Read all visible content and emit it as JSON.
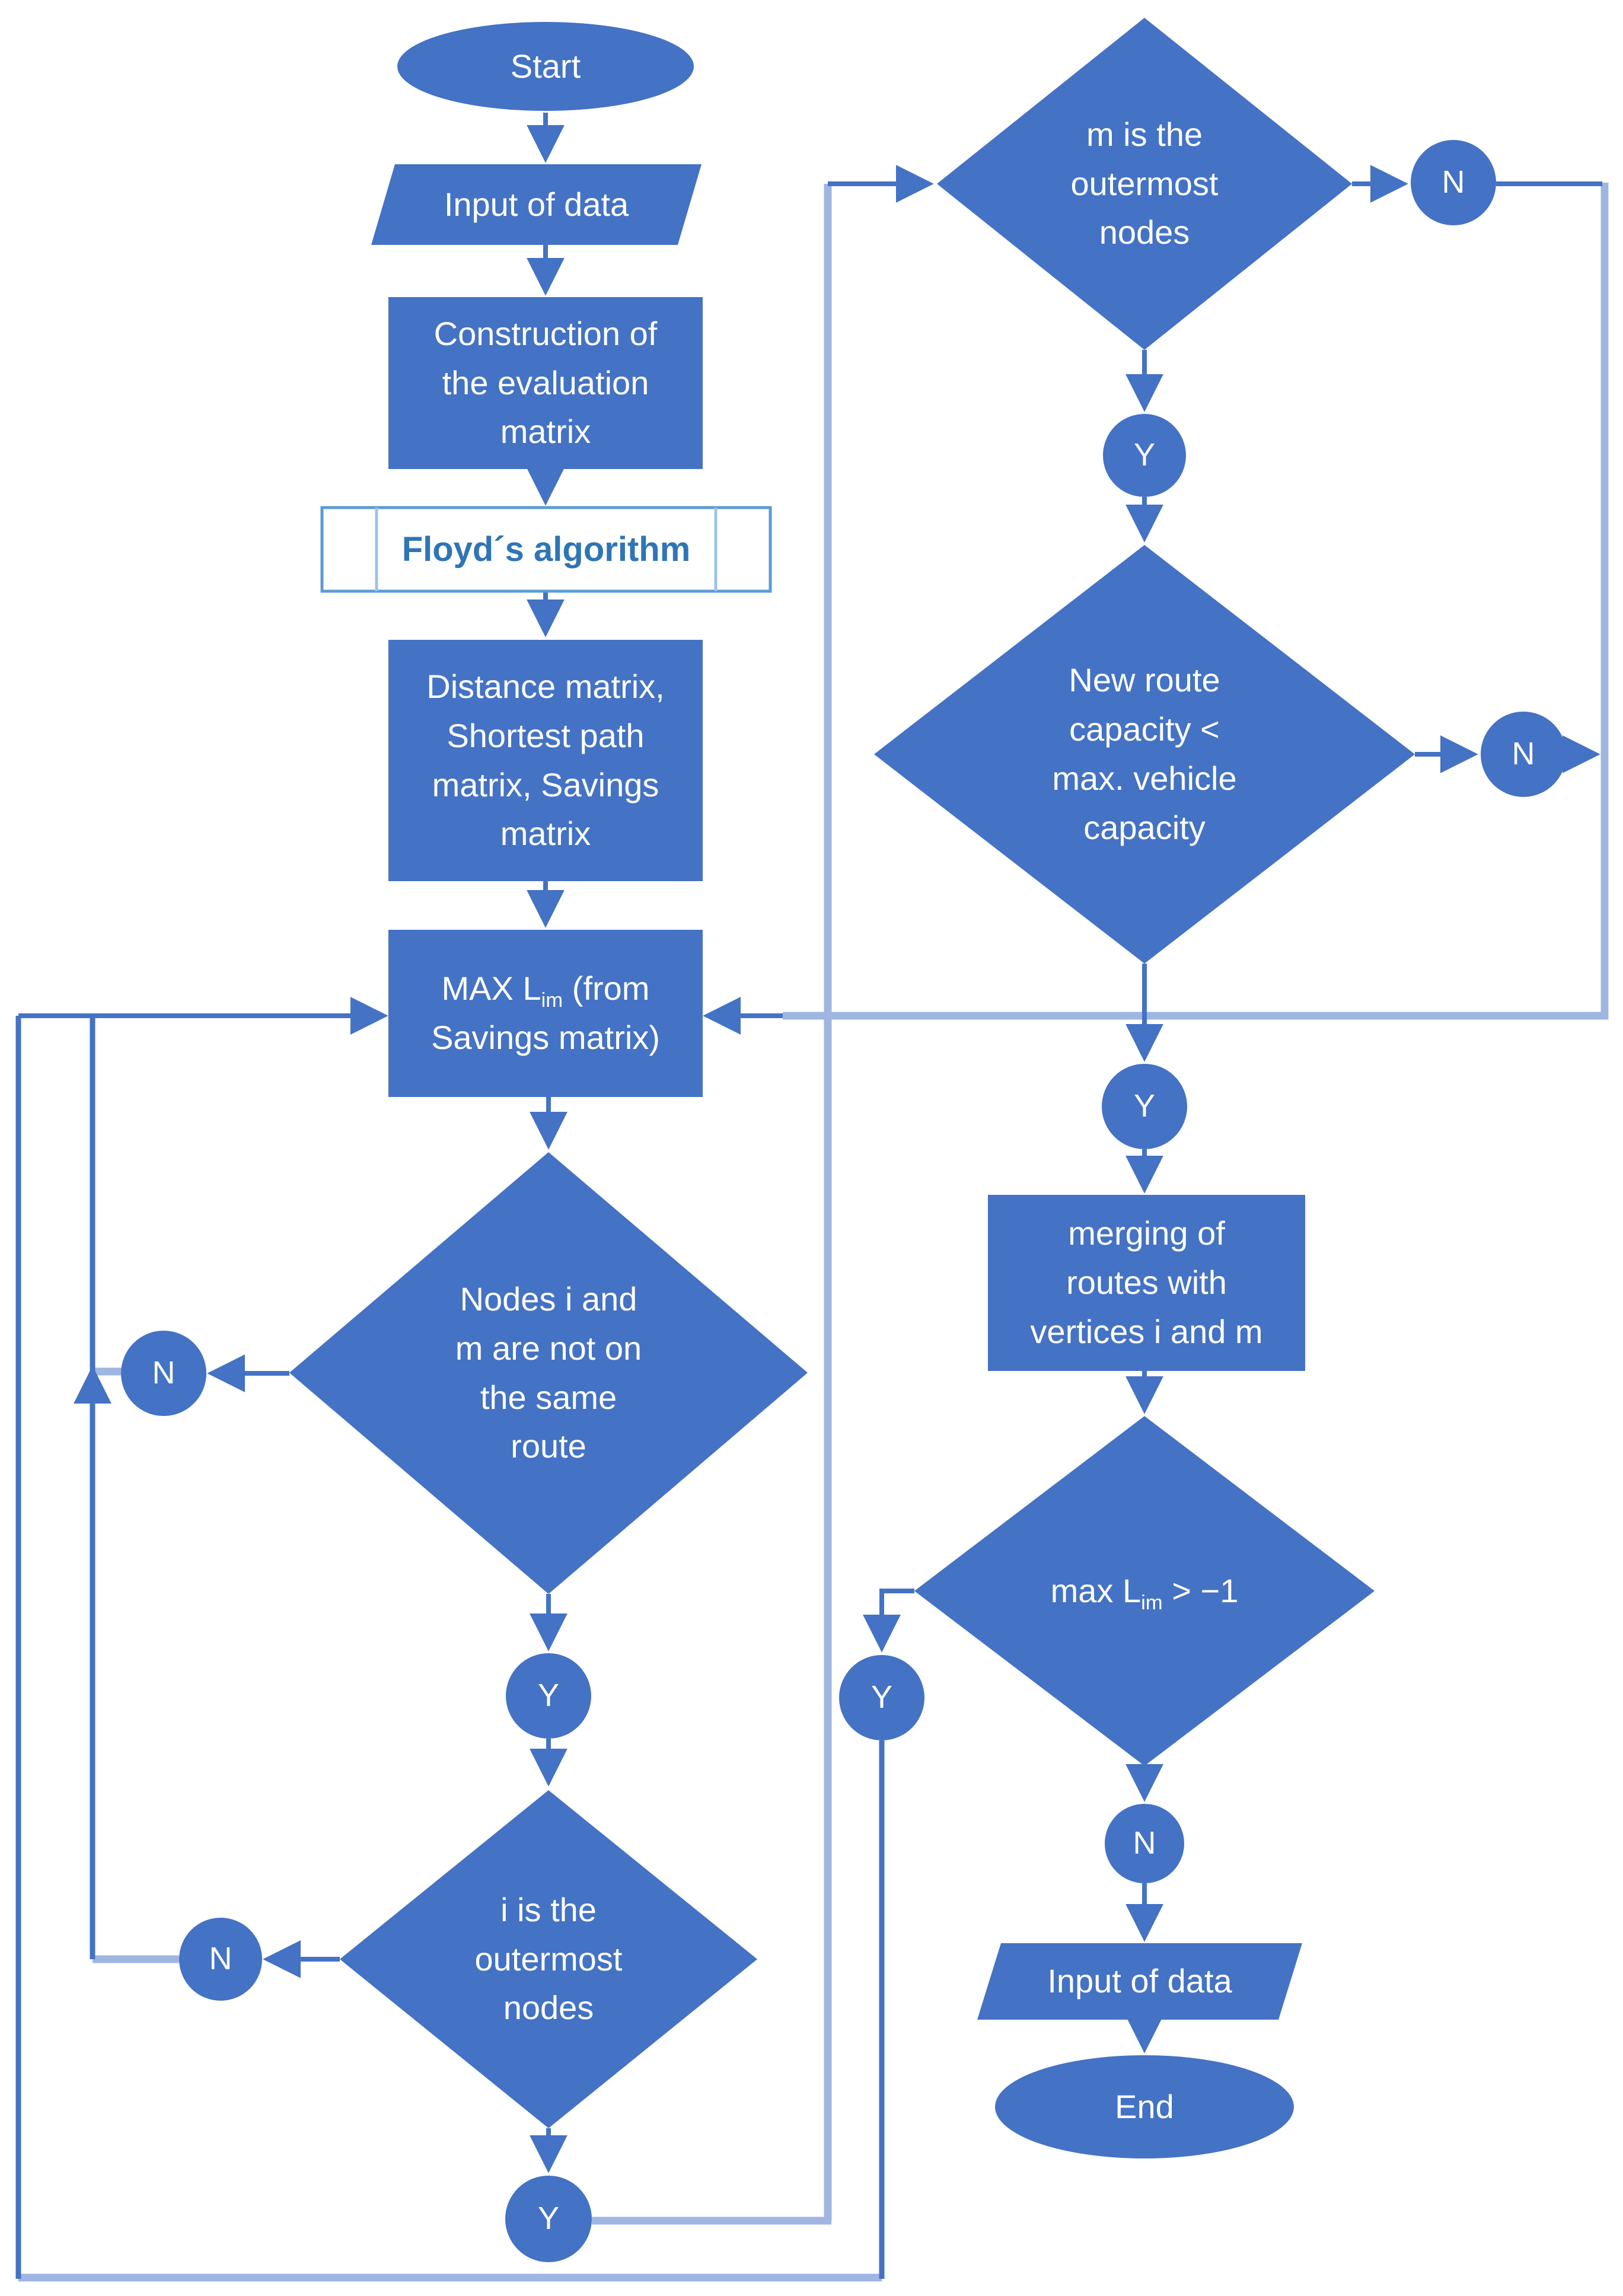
{
  "diagram_type": "flowchart",
  "colors": {
    "shape_fill": "#4472c4",
    "edge_dark": "#4472c4",
    "edge_light": "#9fb6e1",
    "floyd_border": "#5b9bd5",
    "floyd_text": "#2e75b6",
    "node_text": "#ffffff",
    "background": "#ffffff"
  },
  "labels": {
    "yes": "Y",
    "no": "N"
  },
  "nodes": {
    "start": {
      "label": "Start"
    },
    "input_top": {
      "label": "Input of data"
    },
    "construction": {
      "label": "Construction of\nthe evaluation\nmatrix"
    },
    "floyd": {
      "label": "Floyd´s algorithm"
    },
    "matrices": {
      "label": "Distance matrix,\nShortest path\nmatrix, Savings\nmatrix"
    },
    "max_saving": {
      "pre": "MAX L",
      "sub": "im",
      "post": " (from\nSavings matrix)"
    },
    "nodes_not_same_route": {
      "label": "Nodes i and\nm are not on\nthe same\nroute"
    },
    "i_outermost": {
      "label": "i is the\noutermost\nnodes"
    },
    "m_outermost": {
      "label": "m is the\noutermost\nnodes"
    },
    "new_route_capacity": {
      "label": "New route\ncapacity <\nmax. vehicle\ncapacity"
    },
    "merging": {
      "label": "merging of\nroutes with\nvertices i and m"
    },
    "max_check": {
      "pre": "max L",
      "sub": "im",
      "post": " > −1"
    },
    "input_bottom": {
      "label": "Input of data"
    },
    "end": {
      "label": "End"
    }
  }
}
